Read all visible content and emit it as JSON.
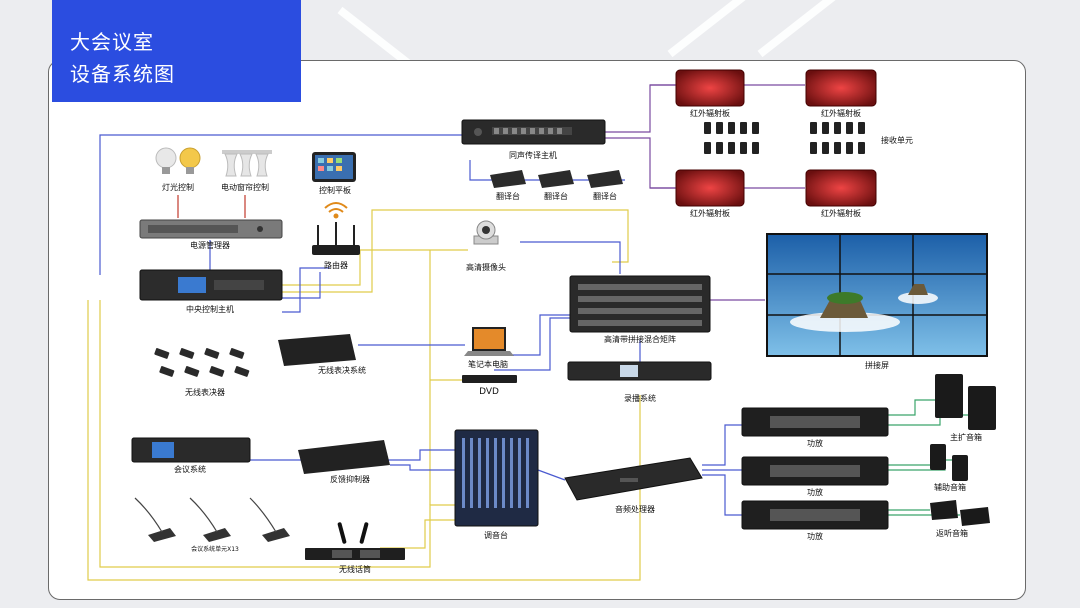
{
  "title": {
    "line1": "大会议室",
    "line2": "设备系统图"
  },
  "colors": {
    "title_bg": "#2b4de0",
    "line_blue": "#4a5ad0",
    "line_yellow": "#e0cc4a",
    "line_purple": "#7a4aa0",
    "line_green": "#3aa56a",
    "line_red": "#c0392b"
  },
  "labels": {
    "light": "灯光控制",
    "curtain": "电动窗帘控制",
    "tablet": "控制平板",
    "power": "电源管理器",
    "router": "路由器",
    "central": "中央控制主机",
    "interp_host": "同声传译主机",
    "interp_desk": "翻译台",
    "ir_panel": "红外辐射板",
    "receiver": "接收单元",
    "camera": "高清摄像头",
    "matrix": "高清带拼接混合矩阵",
    "videowall": "拼接屏",
    "laptop": "笔记本电脑",
    "dvd": "DVD",
    "recorder": "录播系统",
    "wireless_vote": "无线表决系统",
    "voter": "无线表决器",
    "conference": "会议系统",
    "feedback": "反馈抑制器",
    "conf_units": "会议系统单元X13",
    "wireless_mic": "无线话筒",
    "mixer": "调音台",
    "audio_proc": "音频处理器",
    "amp": "功放",
    "main_spk": "主扩音箱",
    "aux_spk": "辅助音箱",
    "return_spk": "返听音箱"
  }
}
